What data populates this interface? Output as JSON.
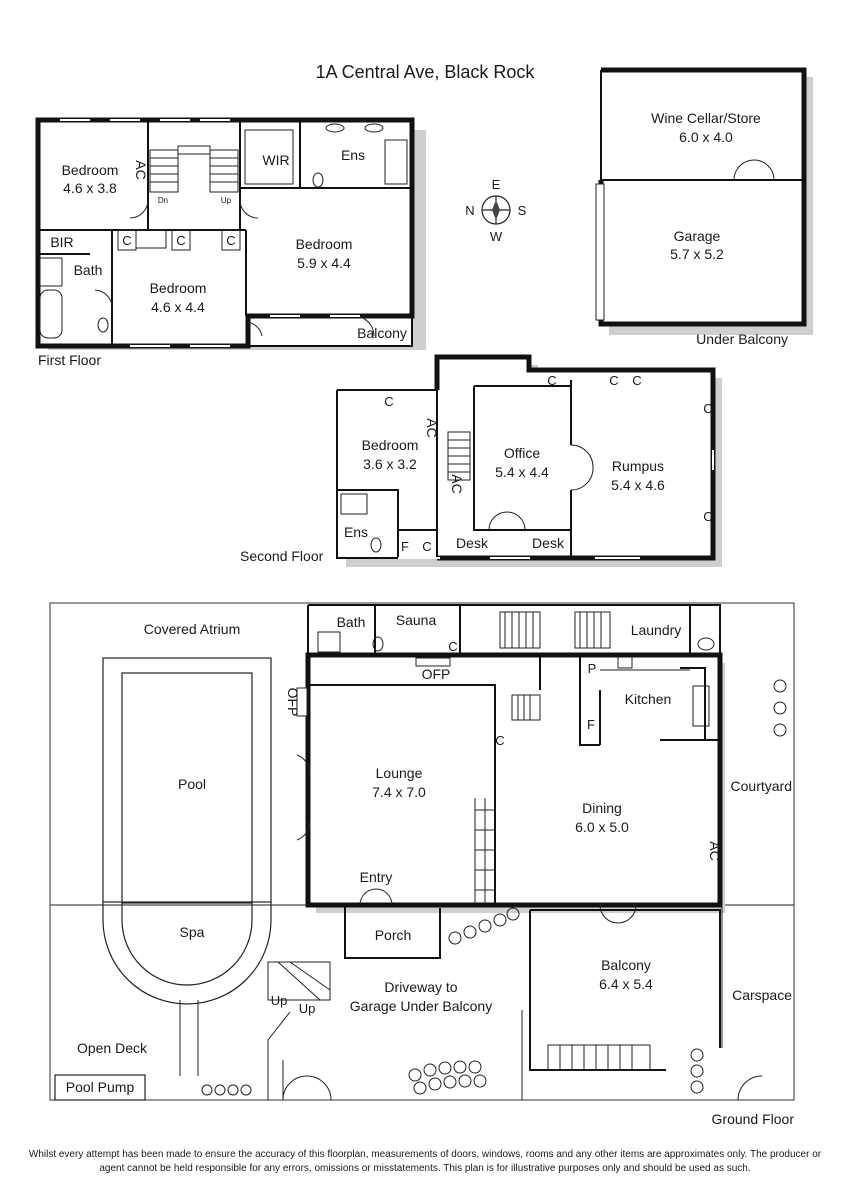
{
  "title": "1A Central Ave, Black Rock",
  "compass": {
    "e": "E",
    "n": "N",
    "s": "S",
    "w": "W"
  },
  "first_floor": {
    "caption": "First Floor",
    "rooms": {
      "bedroom_a_name": "Bedroom",
      "bedroom_a_size": "4.6 x 3.8",
      "bedroom_b_name": "Bedroom",
      "bedroom_b_size": "4.6 x 4.4",
      "bedroom_c_name": "Bedroom",
      "bedroom_c_size": "5.9 x 4.4",
      "wir": "WIR",
      "ens": "Ens",
      "bir": "BIR",
      "bath": "Bath",
      "balcony": "Balcony",
      "ac": "AC",
      "c": "C",
      "dn": "Dn",
      "up": "Up"
    }
  },
  "under_balcony": {
    "caption": "Under Balcony",
    "wine_name": "Wine Cellar/Store",
    "wine_size": "6.0 x 4.0",
    "garage_name": "Garage",
    "garage_size": "5.7 x 5.2"
  },
  "second_floor": {
    "caption": "Second Floor",
    "bedroom_name": "Bedroom",
    "bedroom_size": "3.6 x 3.2",
    "office_name": "Office",
    "office_size": "5.4 x 4.4",
    "rumpus_name": "Rumpus",
    "rumpus_size": "5.4 x 4.6",
    "ens": "Ens",
    "desk": "Desk",
    "f": "F",
    "c": "C",
    "ac": "AC"
  },
  "ground_floor": {
    "caption": "Ground Floor",
    "covered_atrium": "Covered Atrium",
    "bath": "Bath",
    "sauna": "Sauna",
    "laundry": "Laundry",
    "ofp": "OFP",
    "pool": "Pool",
    "spa": "Spa",
    "lounge_name": "Lounge",
    "lounge_size": "7.4 x 7.0",
    "kitchen": "Kitchen",
    "p": "P",
    "f": "F",
    "c": "C",
    "ac": "AC",
    "dining_name": "Dining",
    "dining_size": "6.0 x 5.0",
    "courtyard": "Courtyard",
    "entry": "Entry",
    "porch": "Porch",
    "driveway_line1": "Driveway to",
    "driveway_line2": "Garage Under Balcony",
    "balcony_name": "Balcony",
    "balcony_size": "6.4 x 5.4",
    "carspace": "Carspace",
    "open_deck": "Open Deck",
    "pool_pump": "Pool Pump",
    "up": "Up"
  },
  "disclaimer": "Whilst every attempt has been made to ensure the accuracy of this floorplan, measurements of doors, windows, rooms and any other items are approximates only. The producer or agent cannot be held responsible for any errors, omissions or misstatements. This plan is for illustrative purposes only and should be used as such."
}
